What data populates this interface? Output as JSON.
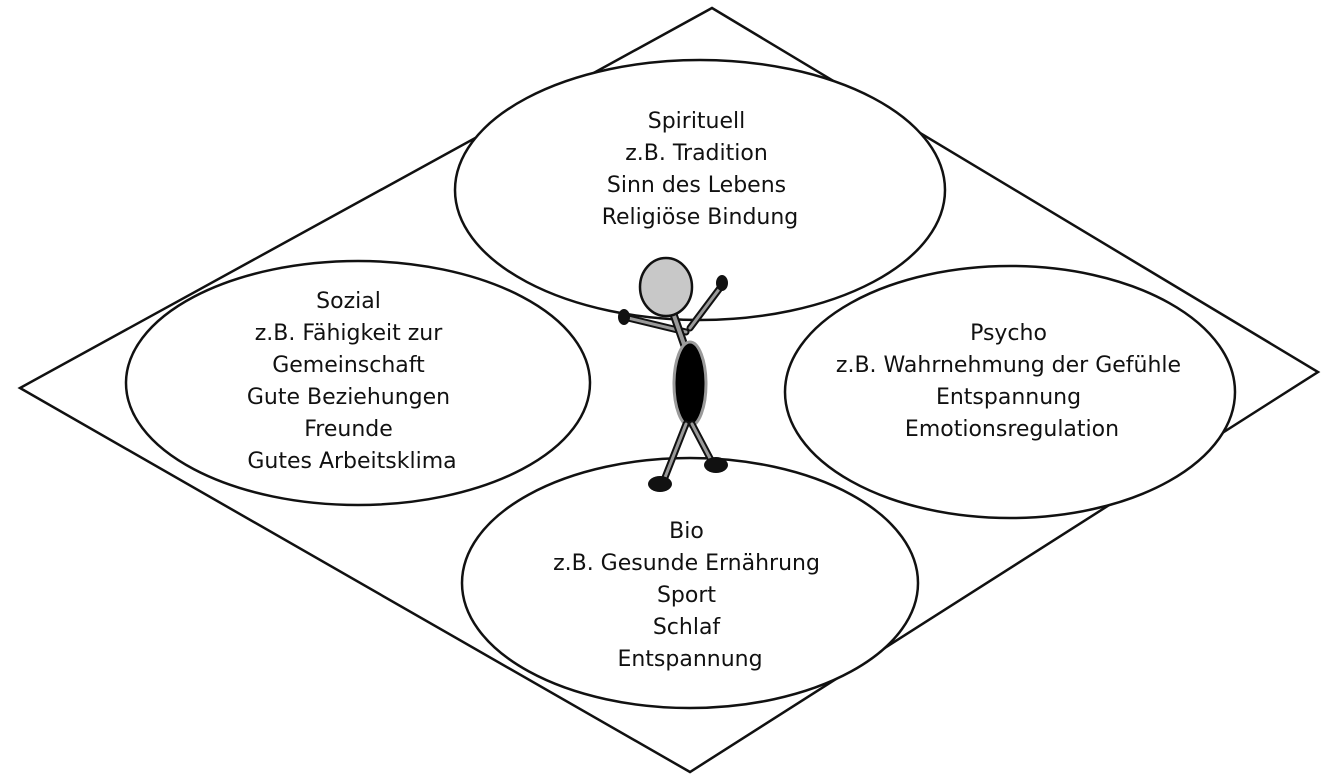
{
  "colors": {
    "line": "#111111",
    "background": "#ffffff",
    "head_fill": "#c8c8c8",
    "limb_gray": "#9a9a9a",
    "body_fill": "#000000"
  },
  "diagram": {
    "spirituell": {
      "lines": [
        "Spirituell",
        "z.B. Tradition",
        "Sinn des Lebens",
        "Religiöse Bindung"
      ]
    },
    "sozial": {
      "lines": [
        "Sozial",
        "z.B. Fähigkeit zur",
        "Gemeinschaft",
        "Gute Beziehungen",
        "Freunde",
        "Gutes Arbeitsklima"
      ]
    },
    "psycho": {
      "lines": [
        "Psycho",
        "z.B. Wahrnehmung der Gefühle",
        "Entspannung",
        "Emotionsregulation"
      ]
    },
    "bio": {
      "lines": [
        "Bio",
        "z.B. Gesunde Ernährung",
        "Sport",
        "Schlaf",
        "Entspannung"
      ]
    }
  }
}
